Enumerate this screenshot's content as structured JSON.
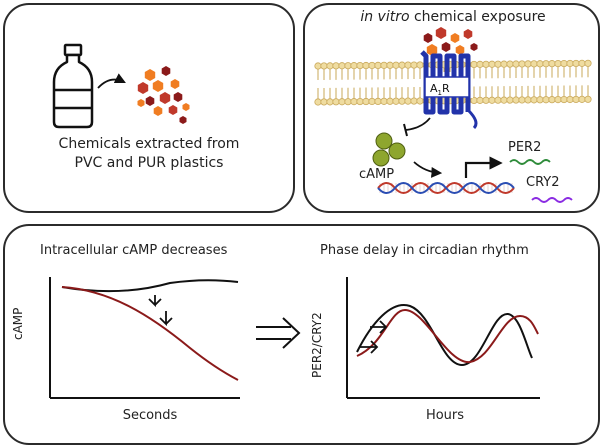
{
  "panels": {
    "plastics": {
      "caption_line1": "Chemicals extracted from",
      "caption_line2": "PVC and PUR plastics",
      "icon": "plastic-bottle-icon"
    },
    "exposure": {
      "title_italic": "in vitro",
      "title_rest": " chemical exposure",
      "receptor_label_main": "A",
      "receptor_label_sub": "1",
      "receptor_label_end": "R",
      "camp_label": "cAMP",
      "gene1": "PER2",
      "gene2": "CRY2"
    },
    "effects": {
      "left_title": "Intracellular cAMP decreases",
      "left_ylabel": "cAMP",
      "left_xlabel": "Seconds",
      "right_title": "Phase delay in circadian rhythm",
      "right_ylabel": "PER2/CRY2",
      "right_xlabel": "Hours"
    }
  },
  "colors": {
    "outline": "#2b2b2b",
    "hex_orange": "#f07d22",
    "hex_dark_red": "#8b1a1a",
    "hex_red": "#c0392b",
    "membrane": "#efdca0",
    "membrane_edge": "#c9a85a",
    "receptor": "#2233aa",
    "camp": "#8ea62e",
    "per2": "#2e8b3a",
    "cry2": "#8a2be2",
    "dna_red": "#c0392b",
    "dna_blue": "#2a4db3",
    "curve_dark": "#111111",
    "curve_red": "#8b1a1a"
  }
}
